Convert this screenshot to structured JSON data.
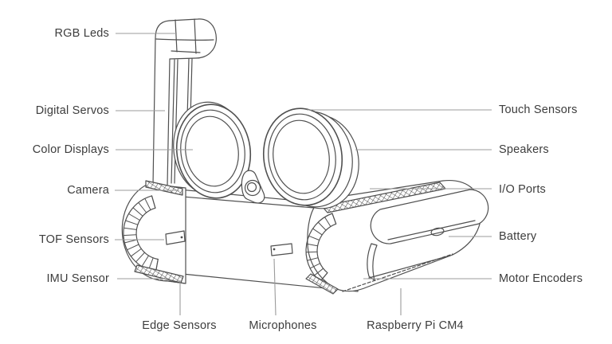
{
  "figure": {
    "background": "#ffffff",
    "colors": {
      "artwork_line": "#4f4f4f",
      "leader_line": "#9b9b9b",
      "label_text": "#3d3d3d"
    }
  },
  "labels": {
    "left": [
      {
        "text": "RGB Leds"
      },
      {
        "text": "Digital Servos"
      },
      {
        "text": "Color Displays"
      },
      {
        "text": "Camera"
      },
      {
        "text": "TOF Sensors"
      },
      {
        "text": "IMU Sensor"
      }
    ],
    "right": [
      {
        "text": "Touch Sensors"
      },
      {
        "text": "Speakers"
      },
      {
        "text": "I/O Ports"
      },
      {
        "text": "Battery"
      },
      {
        "text": "Motor Encoders"
      }
    ],
    "bottom": [
      {
        "text": "Edge Sensors"
      },
      {
        "text": "Microphones"
      },
      {
        "text": "Raspberry Pi CM4"
      }
    ]
  }
}
